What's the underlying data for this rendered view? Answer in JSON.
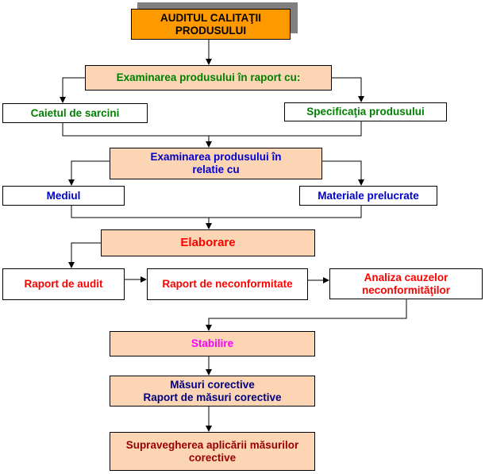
{
  "title": {
    "line1": "AUDITUL CALITAŢII",
    "line2": "PRODUSULUI"
  },
  "examinare_raport": "Examinarea produsului în raport cu:",
  "caietul": "Caietul de sarcini",
  "specificatia": "Specificaţia produsului",
  "examinare_relatie": {
    "line1": "Examinarea produsului în",
    "line2": "relatie cu"
  },
  "mediul": "Mediul",
  "materiale": "Materiale prelucrate",
  "elaborare": "Elaborare",
  "raport_audit": "Raport de audit",
  "raport_neconf": "Raport de neconformitate",
  "analiza": {
    "line1": "Analiza cauzelor",
    "line2": "neconformităţilor"
  },
  "stabilire": "Stabilire",
  "masuri": {
    "line1": "Măsuri corective",
    "line2": "Raport de măsuri corective"
  },
  "supraveghere": {
    "line1": "Supravegherea aplicării măsurilor",
    "line2": "corective"
  },
  "colors": {
    "peach": "#fcd5b4",
    "orange": "#ff9900",
    "green": "#008000",
    "blue": "#0000cc",
    "red": "#ff0000",
    "magenta": "#ff00ff",
    "navy": "#000080",
    "maroon": "#990000"
  }
}
